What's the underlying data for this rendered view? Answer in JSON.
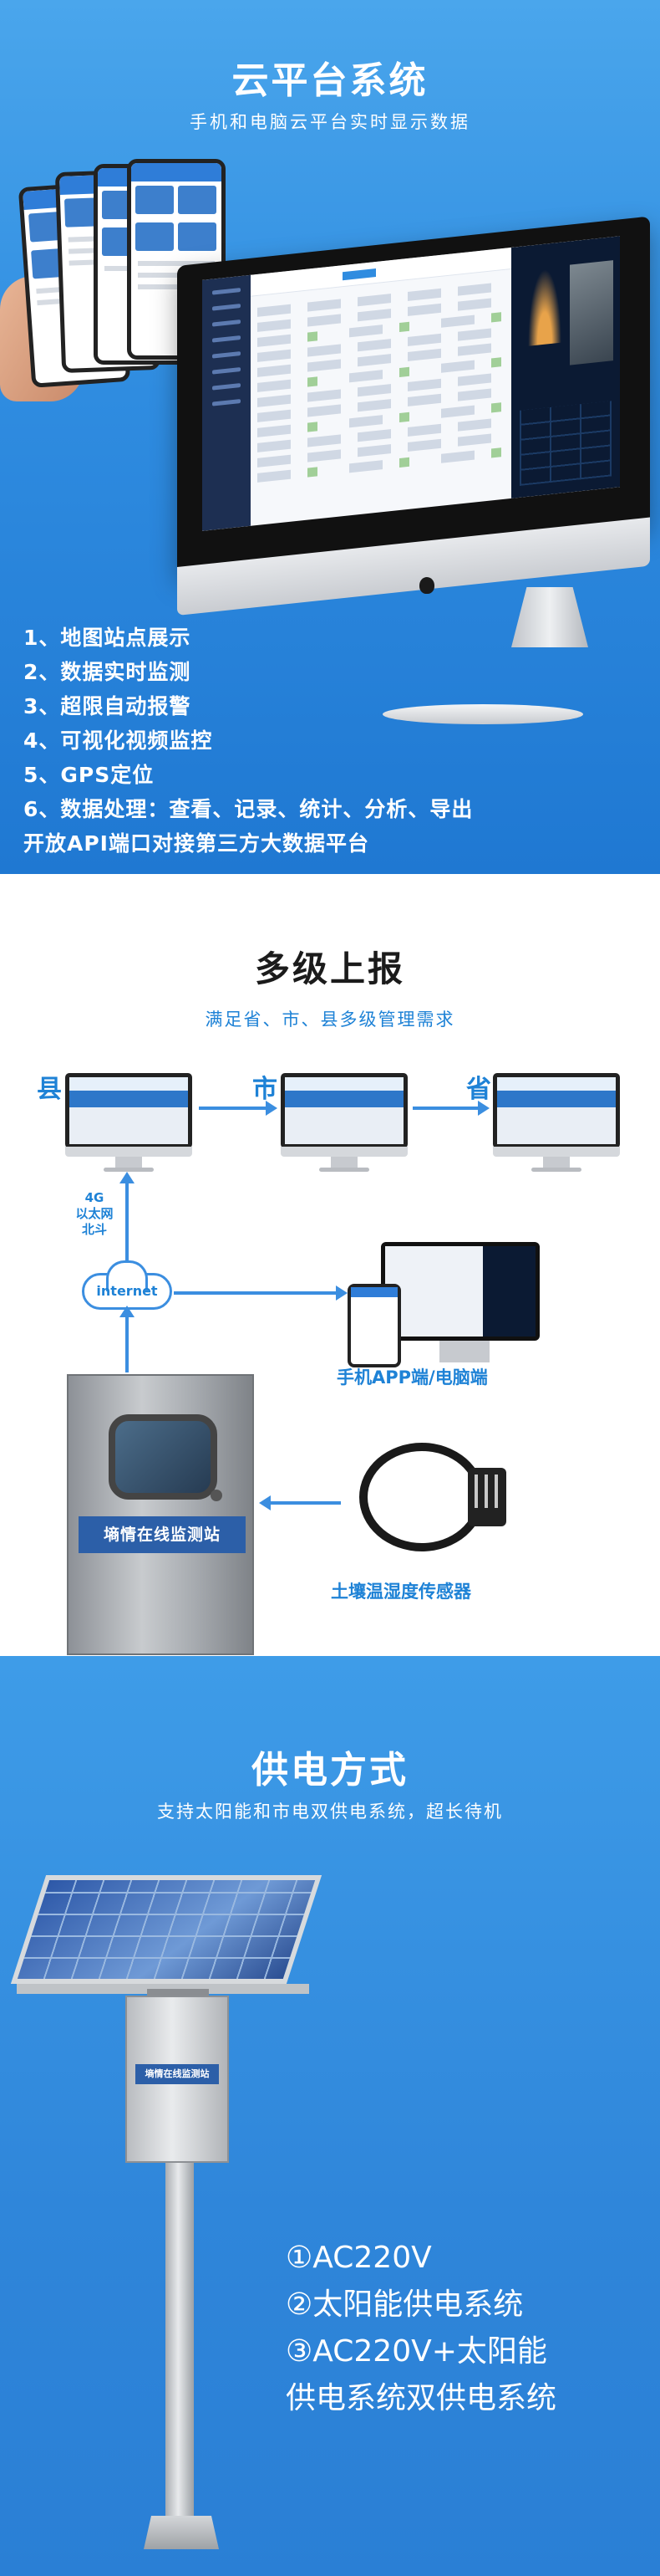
{
  "cloud_section": {
    "title": "云平台系统",
    "subtitle": "手机和电脑云平台实时显示数据",
    "features": [
      "1、地图站点展示",
      "2、数据实时监测",
      "3、超限自动报警",
      "4、可视化视频监控",
      "5、GPS定位",
      "6、数据处理：查看、记录、统计、分析、导出",
      "开放API端口对接第三方大数据平台"
    ]
  },
  "report_section": {
    "title": "多级上报",
    "subtitle": "满足省、市、县多级管理需求",
    "levels": [
      "县",
      "市",
      "省"
    ],
    "network_label_lines": [
      "4G",
      "以太网",
      "北斗"
    ],
    "internet_label": "internet",
    "app_label": "手机APP端/电脑端",
    "station_plate": "墒情在线监测站",
    "sensor_label": "土壤温湿度传感器"
  },
  "power_section": {
    "title": "供电方式",
    "subtitle": "支持太阳能和市电双供电系统，超长待机",
    "station_plate": "墒情在线监测站",
    "options": [
      "①AC220V",
      "②太阳能供电系统",
      "③AC220V+太阳能",
      "供电系统双供电系统"
    ]
  }
}
